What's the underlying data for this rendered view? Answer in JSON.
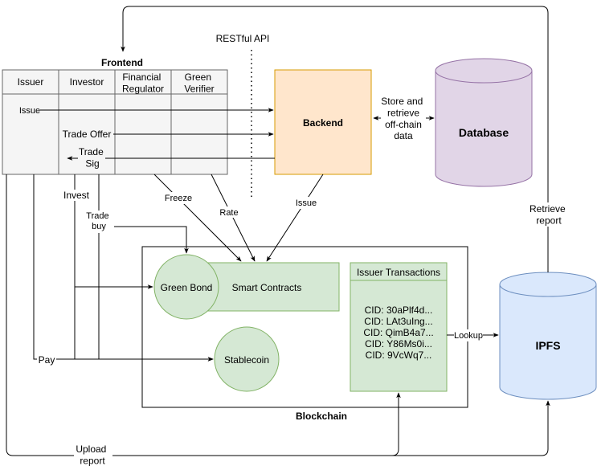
{
  "colors": {
    "frontend_fill": "#f5f5f5",
    "frontend_stroke": "#666666",
    "backend_fill": "#ffe6cc",
    "backend_stroke": "#d79b00",
    "database_fill": "#e1d5e7",
    "database_stroke": "#9673a6",
    "green_fill": "#d5e8d4",
    "green_stroke": "#82b366",
    "ipfs_fill": "#dae8fc",
    "ipfs_stroke": "#6c8ebf",
    "line": "#000000"
  },
  "frontend": {
    "title": "Frontend",
    "columns": [
      "Issuer",
      "Investor",
      "Financial Regulator",
      "Green Verifier"
    ]
  },
  "restful_api": "RESTful API",
  "backend": {
    "label": "Backend"
  },
  "database": {
    "label": "Database"
  },
  "store_label": "Store and retrieve off-chain data",
  "blockchain": {
    "label": "Blockchain"
  },
  "smart_contracts": {
    "label": "Smart Contracts"
  },
  "green_bond": {
    "label": "Green Bond"
  },
  "stablecoin": {
    "label": "Stablecoin"
  },
  "issuer_transactions": {
    "title": "Issuer Transactions",
    "cids": [
      "CID: 30aPlf4d...",
      "CID: LAt3uIng...",
      "CID: QimB4a7...",
      "CID: Y86Ms0i...",
      "CID: 9VcWq7..."
    ]
  },
  "ipfs": {
    "label": "IPFS"
  },
  "edges": {
    "issue_to_backend": "Issue",
    "trade_offer": "Trade Offer",
    "trade_sig": "Trade Sig",
    "invest": "Invest",
    "trade_buy": "Trade buy",
    "freeze": "Freeze",
    "rate": "Rate",
    "backend_issue": "Issue",
    "pay": "Pay",
    "lookup": "Lookup",
    "retrieve_report": "Retrieve report",
    "upload_report": "Upload report"
  }
}
